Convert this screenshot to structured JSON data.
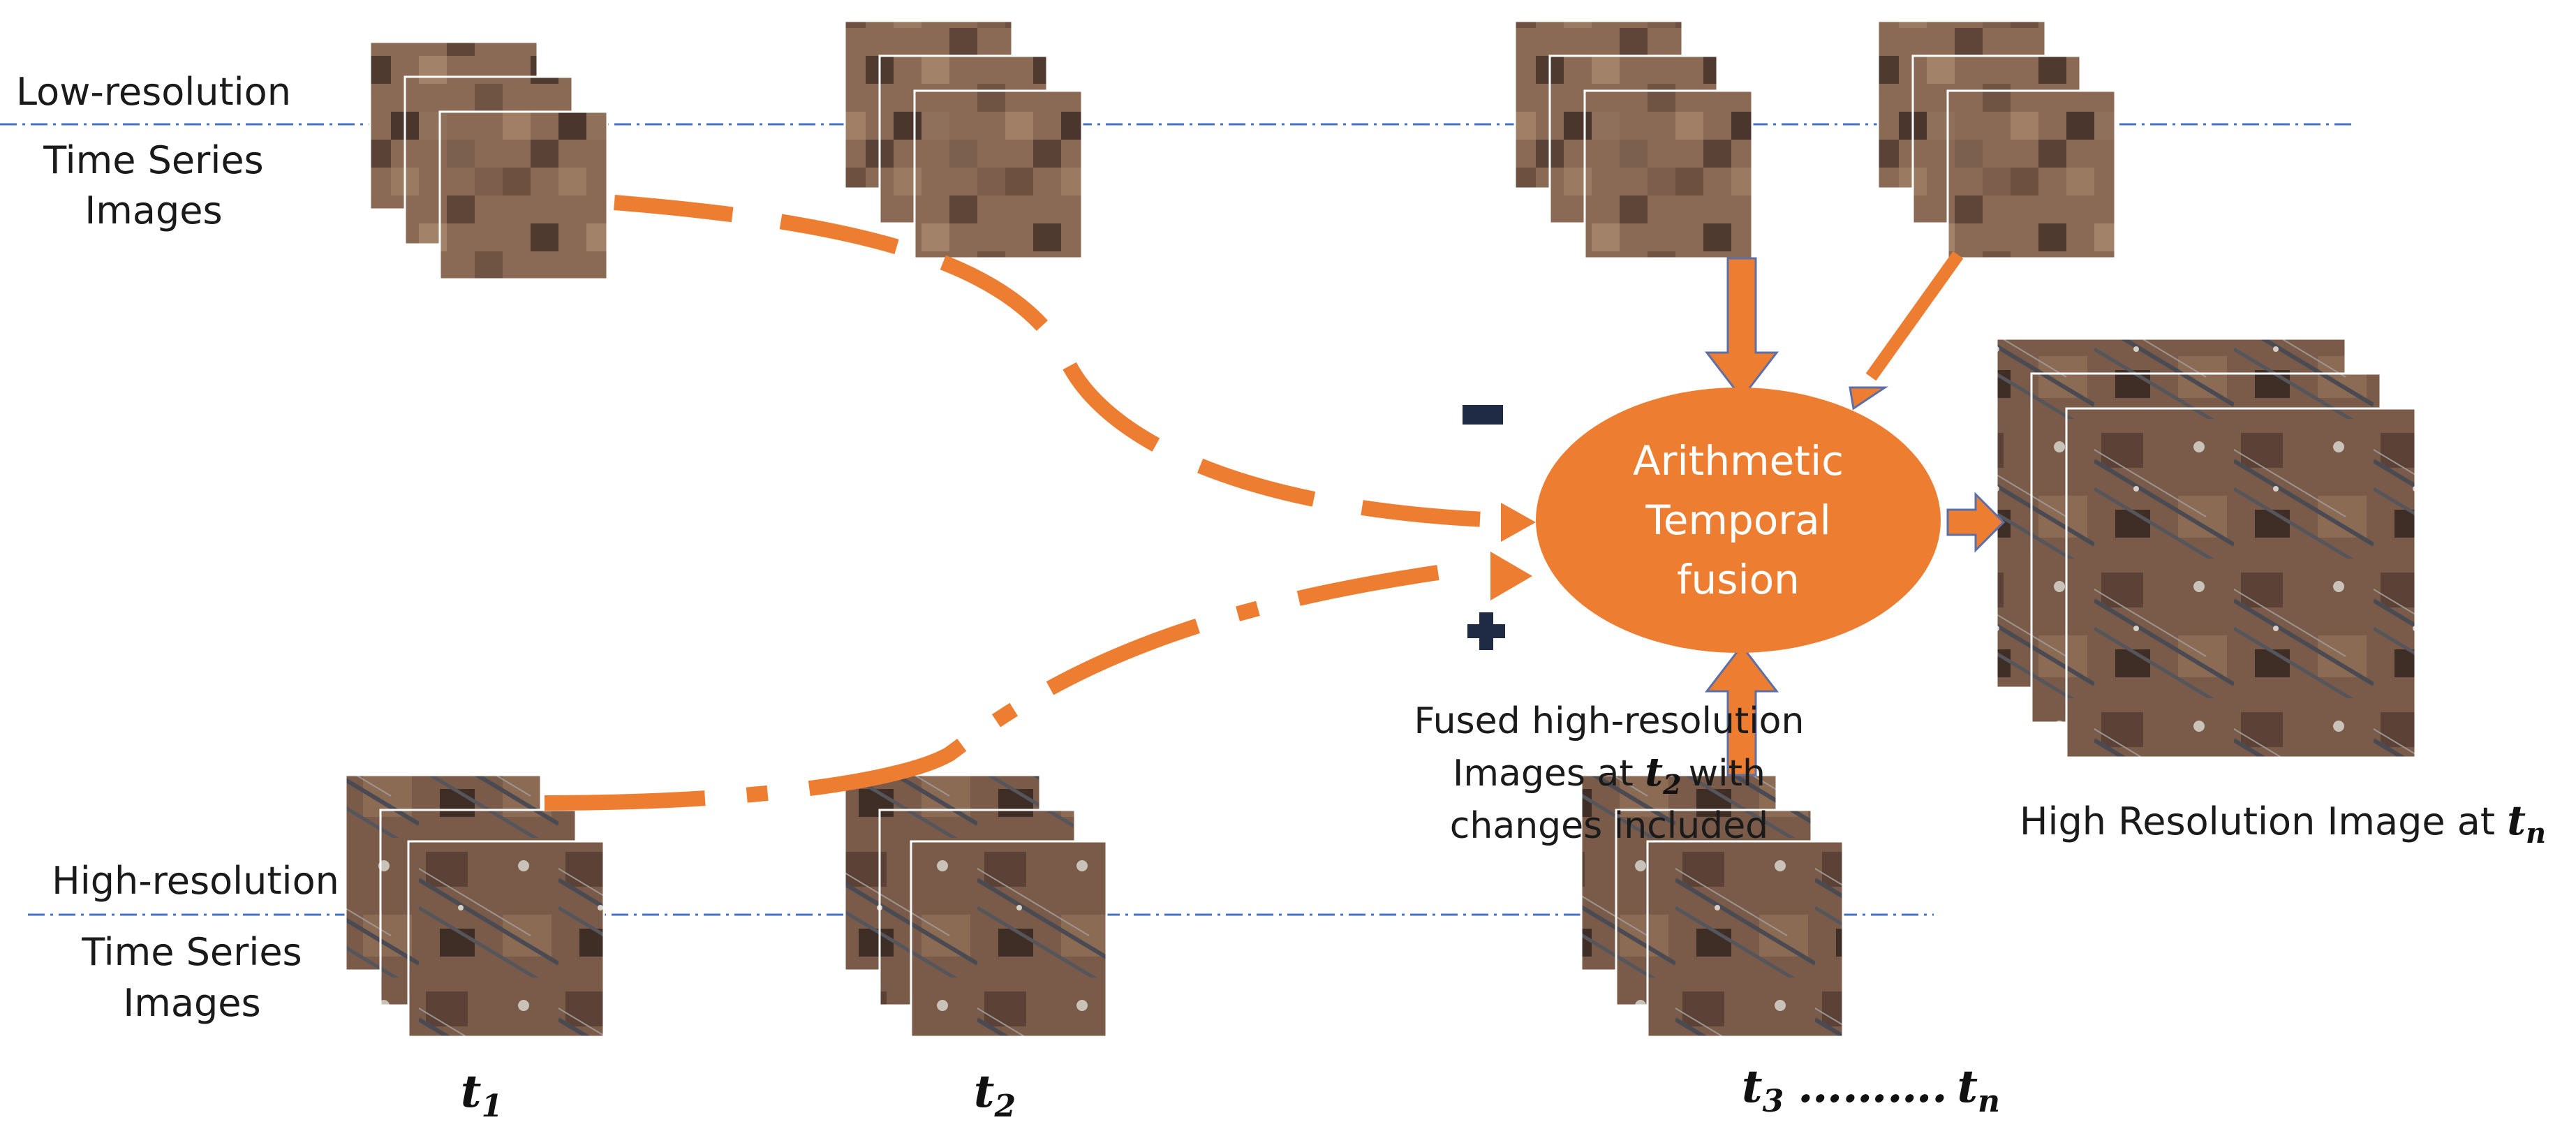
{
  "labels": {
    "low_res_line1": "Low-resolution",
    "low_res_line2": "Time Series",
    "low_res_line3": "Images",
    "high_res_line1": "High-resolution",
    "high_res_line2": "Time Series",
    "high_res_line3": "Images",
    "fusion_line1": "Arithmetic",
    "fusion_line2": "Temporal",
    "fusion_line3": "fusion",
    "fused_line1": "Fused high-resolution",
    "fused_line2_a": "Images at",
    "fused_line2_var": "t",
    "fused_line2_sub": "2",
    "fused_line2_b": "with",
    "fused_line3": "changes included",
    "output_text": "High Resolution Image at",
    "output_var": "t",
    "output_sub": "n",
    "minus_sign": "−",
    "plus_sign": "+"
  },
  "time_labels": {
    "t1_var": "t",
    "t1_sub": "1",
    "t2_var": "t",
    "t2_sub": "2",
    "t3_var": "t",
    "t3_sub": "3",
    "dots": "……….",
    "tn_var": "t",
    "tn_sub": "n"
  },
  "colors": {
    "accent_orange": "#ED7D31",
    "dash_line_blue": "#4472C4",
    "sign_navy": "#1F2A44",
    "ellipse_text": "#FFFFFF"
  }
}
